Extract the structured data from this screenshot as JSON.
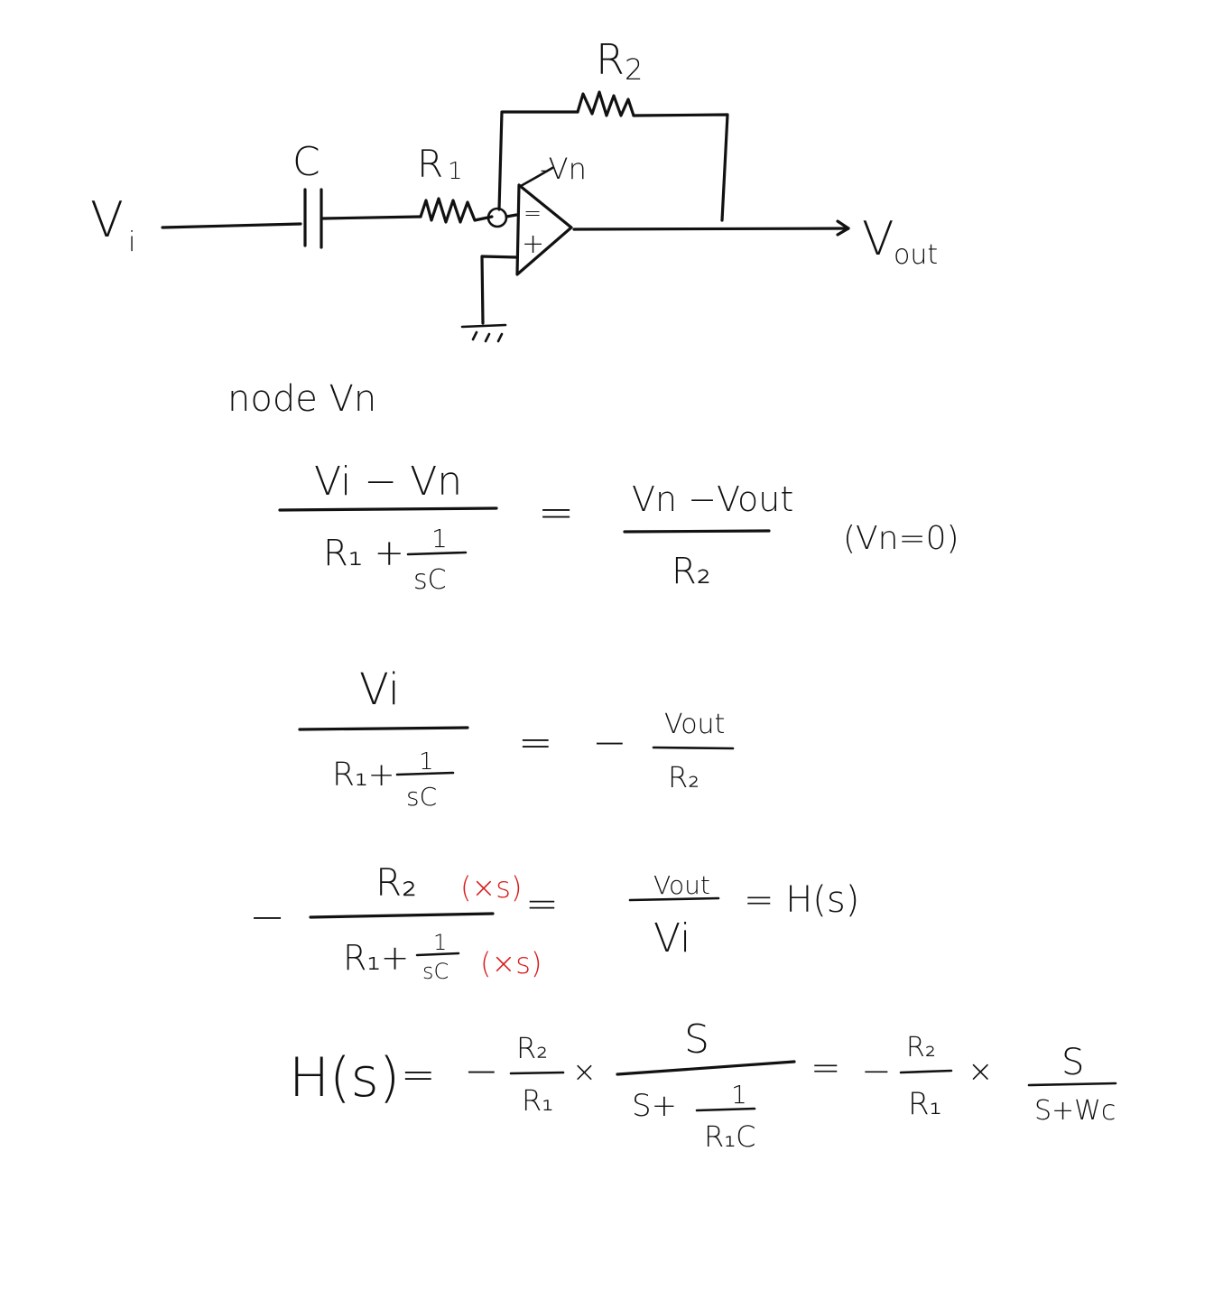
{
  "circuit": {
    "input_label": "V",
    "input_sub": "i",
    "cap_label": "C",
    "r1_label": "R",
    "r1_sub": "1",
    "r2_label": "R",
    "r2_sub": "2",
    "vn_label": "-Vn",
    "inv_sign": "=",
    "noninv_sign": "+",
    "output_label": "V",
    "output_sub": "out"
  },
  "notes": {
    "node_title": "node  Vn",
    "eq1": {
      "lhs_num": "Vi − Vn",
      "lhs_den_a": "R₁ +",
      "lhs_den_frac_num": "1",
      "lhs_den_frac_den": "sC",
      "equals": "=",
      "rhs_num": "Vn −Vout",
      "rhs_den": "R₂",
      "condition": "(Vn=0)"
    },
    "eq2": {
      "lhs_num": "Vi",
      "lhs_den_a": "R₁+",
      "lhs_den_frac_num": "1",
      "lhs_den_frac_den": "sC",
      "equals": "=",
      "minus": "−",
      "rhs_num": "Vout",
      "rhs_den": "R₂"
    },
    "eq3": {
      "minus": "−",
      "lhs_num": "R₂",
      "lhs_num_note": "(×s)",
      "lhs_den_a": "R₁+",
      "lhs_den_frac_num": "1",
      "lhs_den_frac_den": "sC",
      "lhs_den_note": "(×s)",
      "equals": "=",
      "mid_num": "Vout",
      "mid_den": "Vi",
      "rhs": "= H(s)"
    },
    "eq4": {
      "lhs": "H(s)",
      "equals": "=",
      "minus": "−",
      "f1_num": "R₂",
      "f1_den": "R₁",
      "times": "×",
      "f2_num": "S",
      "f2_den_a": "S+",
      "f2_den_frac_num": "1",
      "f2_den_frac_den": "R₁C",
      "equals2": "=",
      "minus2": "−",
      "f3_num": "R₂",
      "f3_den": "R₁",
      "times2": "×",
      "f4_num": "S",
      "f4_den": "S+Wc"
    }
  },
  "colors": {
    "ink": "#111111",
    "annotation": "#d91c1c"
  }
}
